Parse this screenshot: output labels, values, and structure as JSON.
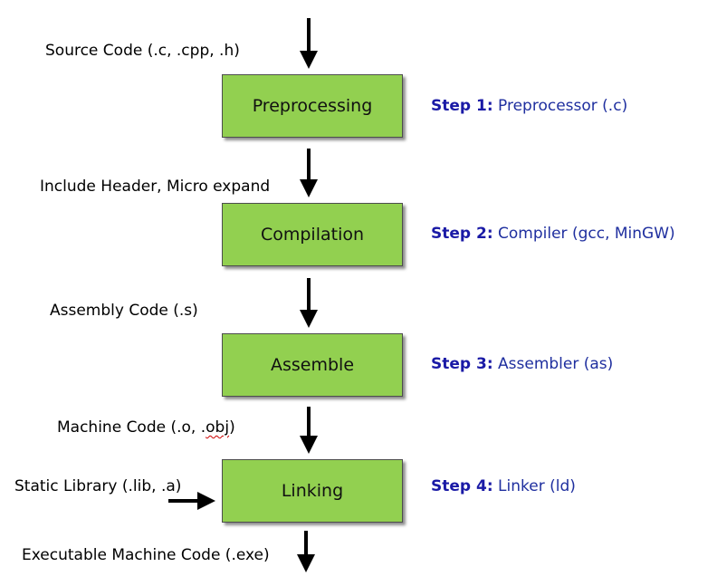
{
  "stages": [
    {
      "label": "Preprocessing"
    },
    {
      "label": "Compilation"
    },
    {
      "label": "Assemble"
    },
    {
      "label": "Linking"
    }
  ],
  "io_labels": {
    "source_code": "Source Code (.c, .cpp, .h)",
    "include_header": "Include Header, Micro expand",
    "assembly_code": "Assembly Code (.s)",
    "machine_code_prefix": "Machine Code (.o, .",
    "machine_code_flagged": "obj",
    "machine_code_suffix": ")",
    "static_library": "Static Library (.lib, .a)",
    "executable": "Executable Machine Code (.exe)"
  },
  "steps": [
    {
      "number": "Step 1:",
      "tool": "Preprocessor (.c)"
    },
    {
      "number": "Step 2:",
      "tool": "Compiler (gcc, MinGW)"
    },
    {
      "number": "Step 3:",
      "tool": "Assembler (as)"
    },
    {
      "number": "Step 4:",
      "tool": "Linker (ld)"
    }
  ],
  "colors": {
    "stage_fill": "#92d050",
    "arrow": "#000000",
    "step_text": "#1f2f9f"
  }
}
